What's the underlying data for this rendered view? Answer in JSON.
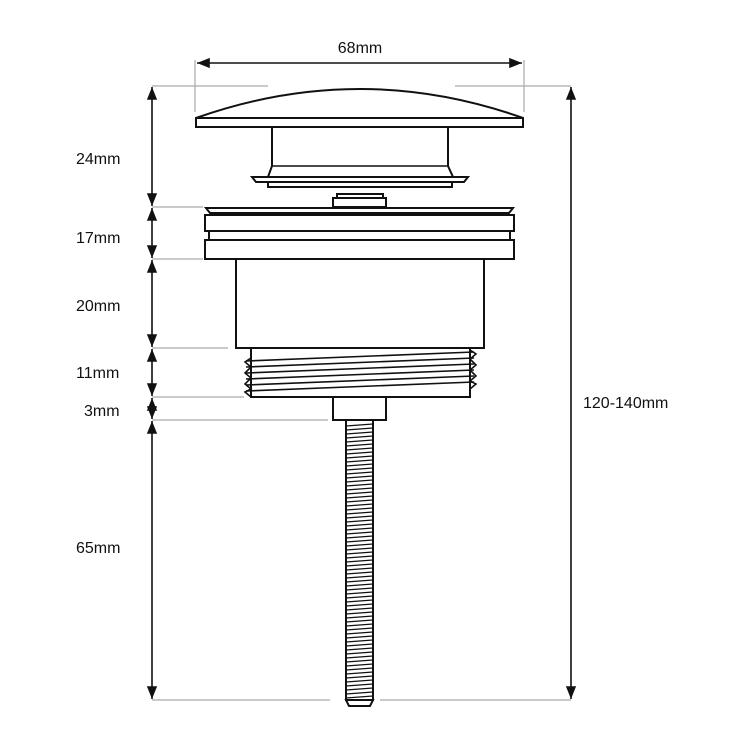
{
  "diagram": {
    "width_label": "68mm",
    "total_height_label": "120-140mm",
    "segments": [
      {
        "label": "24mm"
      },
      {
        "label": "17mm"
      },
      {
        "label": "20mm"
      },
      {
        "label": "11mm"
      },
      {
        "label": "3mm"
      },
      {
        "label": "65mm"
      }
    ]
  }
}
